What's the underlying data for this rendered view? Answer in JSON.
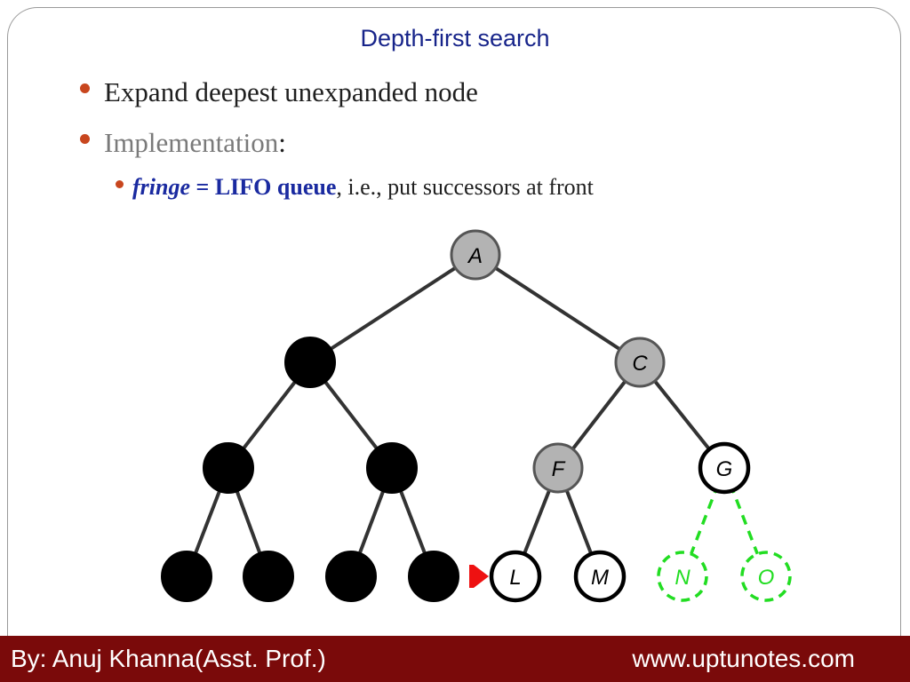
{
  "slide": {
    "title": "Depth-first search",
    "bullets": {
      "b1": "Expand deepest unexpanded node",
      "b2_label": "Implementation",
      "b2_colon": ":",
      "b3_fringe": "fringe",
      "b3_eq": " = ",
      "b3_lifo": "LIFO queue",
      "b3_rest": ", i.e., put successors at front"
    }
  },
  "tree": {
    "nodes": [
      {
        "id": "A",
        "label": "A",
        "state": "gray"
      },
      {
        "id": "B",
        "label": "",
        "state": "black"
      },
      {
        "id": "C",
        "label": "C",
        "state": "gray"
      },
      {
        "id": "D",
        "label": "",
        "state": "black"
      },
      {
        "id": "E",
        "label": "",
        "state": "black"
      },
      {
        "id": "F",
        "label": "F",
        "state": "gray"
      },
      {
        "id": "G",
        "label": "G",
        "state": "white"
      },
      {
        "id": "H",
        "label": "",
        "state": "black"
      },
      {
        "id": "I",
        "label": "",
        "state": "black"
      },
      {
        "id": "J",
        "label": "",
        "state": "black"
      },
      {
        "id": "K",
        "label": "",
        "state": "black"
      },
      {
        "id": "L",
        "label": "L",
        "state": "white"
      },
      {
        "id": "M",
        "label": "M",
        "state": "white"
      },
      {
        "id": "N",
        "label": "N",
        "state": "green-dashed"
      },
      {
        "id": "O",
        "label": "O",
        "state": "green-dashed"
      }
    ],
    "edges": [
      [
        "A",
        "B",
        "solid"
      ],
      [
        "A",
        "C",
        "solid"
      ],
      [
        "B",
        "D",
        "solid"
      ],
      [
        "B",
        "E",
        "solid"
      ],
      [
        "C",
        "F",
        "solid"
      ],
      [
        "C",
        "G",
        "solid"
      ],
      [
        "D",
        "H",
        "solid"
      ],
      [
        "D",
        "I",
        "solid"
      ],
      [
        "E",
        "J",
        "solid"
      ],
      [
        "E",
        "K",
        "solid"
      ],
      [
        "F",
        "L",
        "solid"
      ],
      [
        "F",
        "M",
        "solid"
      ],
      [
        "G",
        "N",
        "green-dashed"
      ],
      [
        "G",
        "O",
        "green-dashed"
      ]
    ],
    "current_marker_target": "L",
    "colors": {
      "gray_fill": "#b3b3b3",
      "black_fill": "#000000",
      "white_fill": "#ffffff",
      "green": "#22dd22",
      "edge": "#333333",
      "marker": "#ee1111"
    }
  },
  "footer": {
    "author": "By: Anuj Khanna(Asst. Prof.)",
    "website": "www.uptunotes.com"
  }
}
